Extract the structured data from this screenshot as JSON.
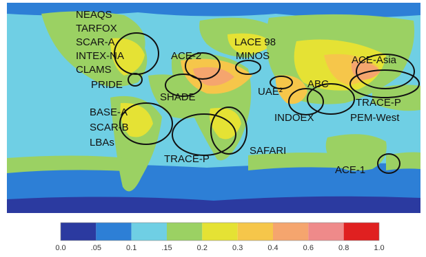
{
  "map": {
    "campaigns": [
      {
        "id": "neaqs",
        "label": "NEAQS"
      },
      {
        "id": "tarfox",
        "label": "TARFOX"
      },
      {
        "id": "scar-a",
        "label": "SCAR-A"
      },
      {
        "id": "intex-na",
        "label": "INTEX-NA"
      },
      {
        "id": "clams",
        "label": "CLAMS"
      },
      {
        "id": "pride",
        "label": "PRIDE"
      },
      {
        "id": "ace-2",
        "label": "ACE-2"
      },
      {
        "id": "lace98",
        "label": "LACE 98"
      },
      {
        "id": "minos",
        "label": "MINOS"
      },
      {
        "id": "shade",
        "label": "SHADE"
      },
      {
        "id": "uae2",
        "label": "UAE²"
      },
      {
        "id": "abc",
        "label": "ABC"
      },
      {
        "id": "ace-asia",
        "label": "ACE-Asia"
      },
      {
        "id": "indoex",
        "label": "INDOEX"
      },
      {
        "id": "trace-p-w",
        "label": "TRACE-P"
      },
      {
        "id": "pem-west",
        "label": "PEM-West"
      },
      {
        "id": "base-a",
        "label": "BASE-A"
      },
      {
        "id": "scar-b",
        "label": "SCAR-B"
      },
      {
        "id": "lbas",
        "label": "LBAs"
      },
      {
        "id": "trace-p-s",
        "label": "TRACE-P"
      },
      {
        "id": "safari",
        "label": "SAFARI"
      },
      {
        "id": "ace-1",
        "label": "ACE-1"
      }
    ]
  },
  "legend": {
    "bins": [
      {
        "value": 0.0,
        "color": "#2b3aa0"
      },
      {
        "value": 0.05,
        "color": "#2d7fd6"
      },
      {
        "value": 0.1,
        "color": "#6fcfe4"
      },
      {
        "value": 0.15,
        "color": "#9bd163"
      },
      {
        "value": 0.2,
        "color": "#e5e234"
      },
      {
        "value": 0.3,
        "color": "#f6c64a"
      },
      {
        "value": 0.4,
        "color": "#f5a56e"
      },
      {
        "value": 0.6,
        "color": "#ef8a8a"
      },
      {
        "value": 0.8,
        "color": "#e02020"
      },
      {
        "value": 1.0,
        "color": null
      }
    ],
    "tick_labels": [
      "0.0",
      ".05",
      "0.1",
      ".15",
      "0.2",
      "0.3",
      "0.4",
      "0.6",
      "0.8",
      "1.0"
    ]
  }
}
